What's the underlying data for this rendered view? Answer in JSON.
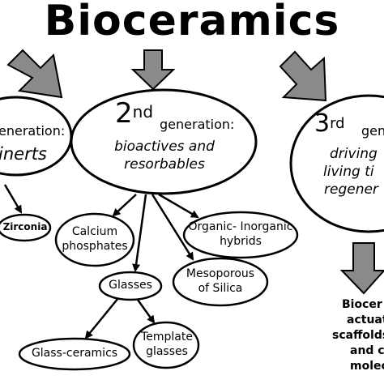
{
  "title": "Bioceramics",
  "first_gen": {
    "header": "eneration:",
    "subtitle": "inerts"
  },
  "second_gen": {
    "ordinal": "2",
    "ordinal_sup": "nd",
    "header": "generation:",
    "subtitle_line1": "bioactives and",
    "subtitle_line2": "resorbables"
  },
  "third_gen": {
    "ordinal": "3",
    "ordinal_sup": "rd",
    "header": "gene",
    "line1": "driving",
    "line2": "living ti",
    "line3": "regener"
  },
  "nodes": {
    "zirconia": "Zirconia",
    "calcium_line1": "Calcium",
    "calcium_line2": "phosphates",
    "organic_line1": "Organic- Inorganic",
    "organic_line2": "hybrids",
    "glasses": "Glasses",
    "mesoporous_line1": "Mesoporous",
    "mesoporous_line2": "of Silica",
    "glass_ceramics": "Glass-ceramics",
    "template_line1": "Template",
    "template_line2": "glasses"
  },
  "third_outcome": {
    "line1": "Biocer",
    "line2": "actuat",
    "line3": "scaffolds",
    "line4": "and c",
    "line5": "molec"
  },
  "colors": {
    "arrow_fill": "#8a8a8a",
    "stroke": "#000000",
    "background": "#ffffff"
  }
}
